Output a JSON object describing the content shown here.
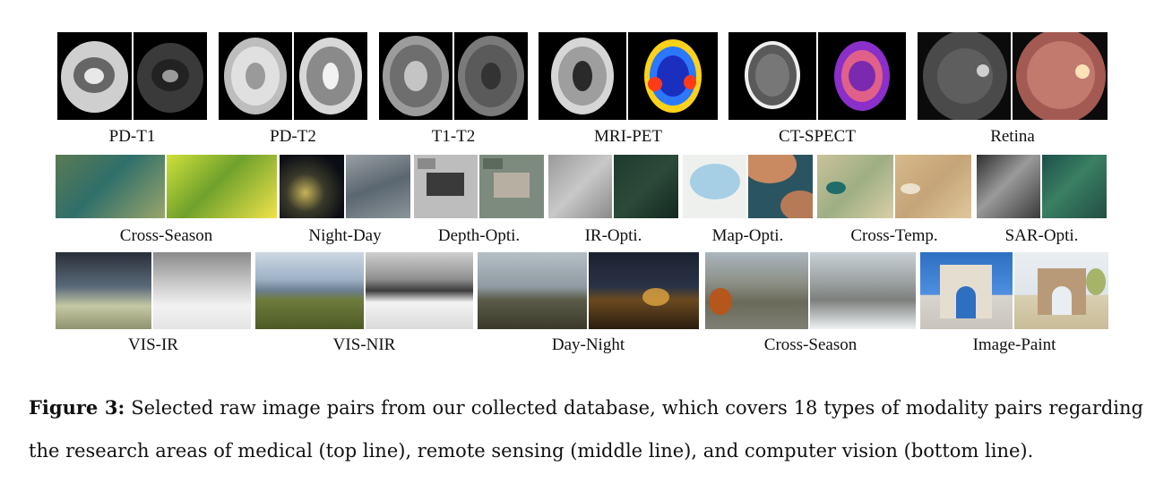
{
  "rows": [
    {
      "group": "medical",
      "pairs": [
        {
          "label": "PD-T1"
        },
        {
          "label": "PD-T2"
        },
        {
          "label": "T1-T2"
        },
        {
          "label": "MRI-PET"
        },
        {
          "label": "CT-SPECT"
        },
        {
          "label": "Retina"
        }
      ]
    },
    {
      "group": "remote-sensing",
      "pairs": [
        {
          "label": "Cross-Season"
        },
        {
          "label": "Night-Day"
        },
        {
          "label": "Depth-Opti."
        },
        {
          "label": "IR-Opti."
        },
        {
          "label": "Map-Opti."
        },
        {
          "label": "Cross-Temp."
        },
        {
          "label": "SAR-Opti."
        }
      ]
    },
    {
      "group": "computer-vision",
      "pairs": [
        {
          "label": "VIS-IR"
        },
        {
          "label": "VIS-NIR"
        },
        {
          "label": "Day-Night"
        },
        {
          "label": "Cross-Season"
        },
        {
          "label": "Image-Paint"
        }
      ]
    }
  ],
  "caption": {
    "prefix": "Figure 3:",
    "text": "Selected raw image pairs from our collected database, which covers 18 types of modality pairs regarding the research areas of medical (top line), remote sensing (middle line), and computer vision (bottom line)."
  }
}
